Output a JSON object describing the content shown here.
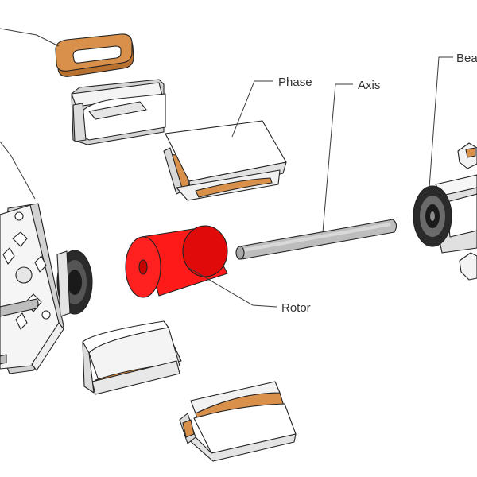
{
  "labels": {
    "phase": "Phase",
    "axis": "Axis",
    "rotor": "Rotor",
    "bearing_partial": "Bea"
  },
  "colors": {
    "background": "#ffffff",
    "rotor": "#ff1a1a",
    "rotor_shade": "#d90000",
    "winding": "#d9904a",
    "winding_dark": "#b8712f",
    "plastic": "#f2f2f2",
    "plastic_shade": "#cfcfcf",
    "shaft": "#b5b5b5",
    "bearing": "#2a2a2a",
    "line": "#222222"
  }
}
